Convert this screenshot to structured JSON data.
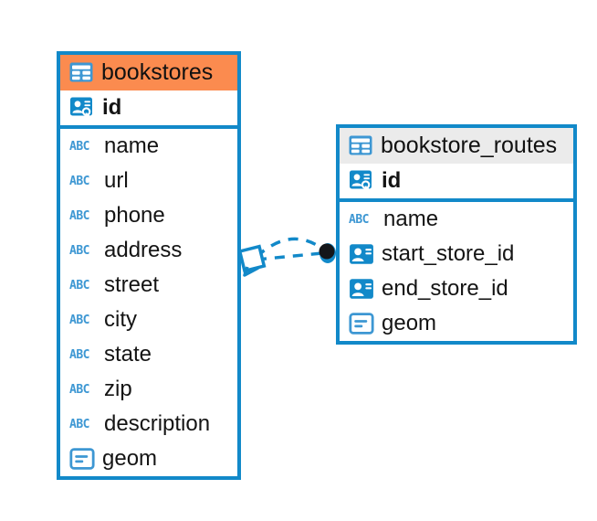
{
  "diagram": {
    "type": "entity-relationship-diagram",
    "background_color": "#ffffff",
    "accent_color": "#1289c9",
    "highlight_color": "#fb8b4f",
    "header_gray": "#ebebeb"
  },
  "tables": [
    {
      "name": "bookstores",
      "header_style": "orange",
      "icons": {
        "table": "table-icon"
      },
      "fields": [
        {
          "name": "id",
          "icon": "primary-key-icon",
          "primary_key": true
        },
        {
          "name": "name",
          "icon": "abc-text-icon",
          "primary_key": false
        },
        {
          "name": "url",
          "icon": "abc-text-icon",
          "primary_key": false
        },
        {
          "name": "phone",
          "icon": "abc-text-icon",
          "primary_key": false
        },
        {
          "name": "address",
          "icon": "abc-text-icon",
          "primary_key": false
        },
        {
          "name": "street",
          "icon": "abc-text-icon",
          "primary_key": false
        },
        {
          "name": "city",
          "icon": "abc-text-icon",
          "primary_key": false
        },
        {
          "name": "state",
          "icon": "abc-text-icon",
          "primary_key": false
        },
        {
          "name": "zip",
          "icon": "abc-text-icon",
          "primary_key": false
        },
        {
          "name": "description",
          "icon": "abc-text-icon",
          "primary_key": false
        },
        {
          "name": "geom",
          "icon": "geometry-icon",
          "primary_key": false
        }
      ]
    },
    {
      "name": "bookstore_routes",
      "header_style": "gray",
      "icons": {
        "table": "table-icon"
      },
      "fields": [
        {
          "name": "id",
          "icon": "primary-key-icon",
          "primary_key": true
        },
        {
          "name": "name",
          "icon": "abc-text-icon",
          "primary_key": false
        },
        {
          "name": "start_store_id",
          "icon": "foreign-key-icon",
          "primary_key": false
        },
        {
          "name": "end_store_id",
          "icon": "foreign-key-icon",
          "primary_key": false
        },
        {
          "name": "geom",
          "icon": "geometry-icon",
          "primary_key": false
        }
      ]
    }
  ],
  "relationship": {
    "from_table": "bookstores",
    "to_table": "bookstore_routes",
    "line_style": "dashed",
    "line_color": "#1289c9",
    "source_marker": "diamond-marker",
    "target_marker": "filled-circle-marker",
    "cardinality_paths": 2
  },
  "icon_glyphs": {
    "abc_text": "ABC"
  }
}
